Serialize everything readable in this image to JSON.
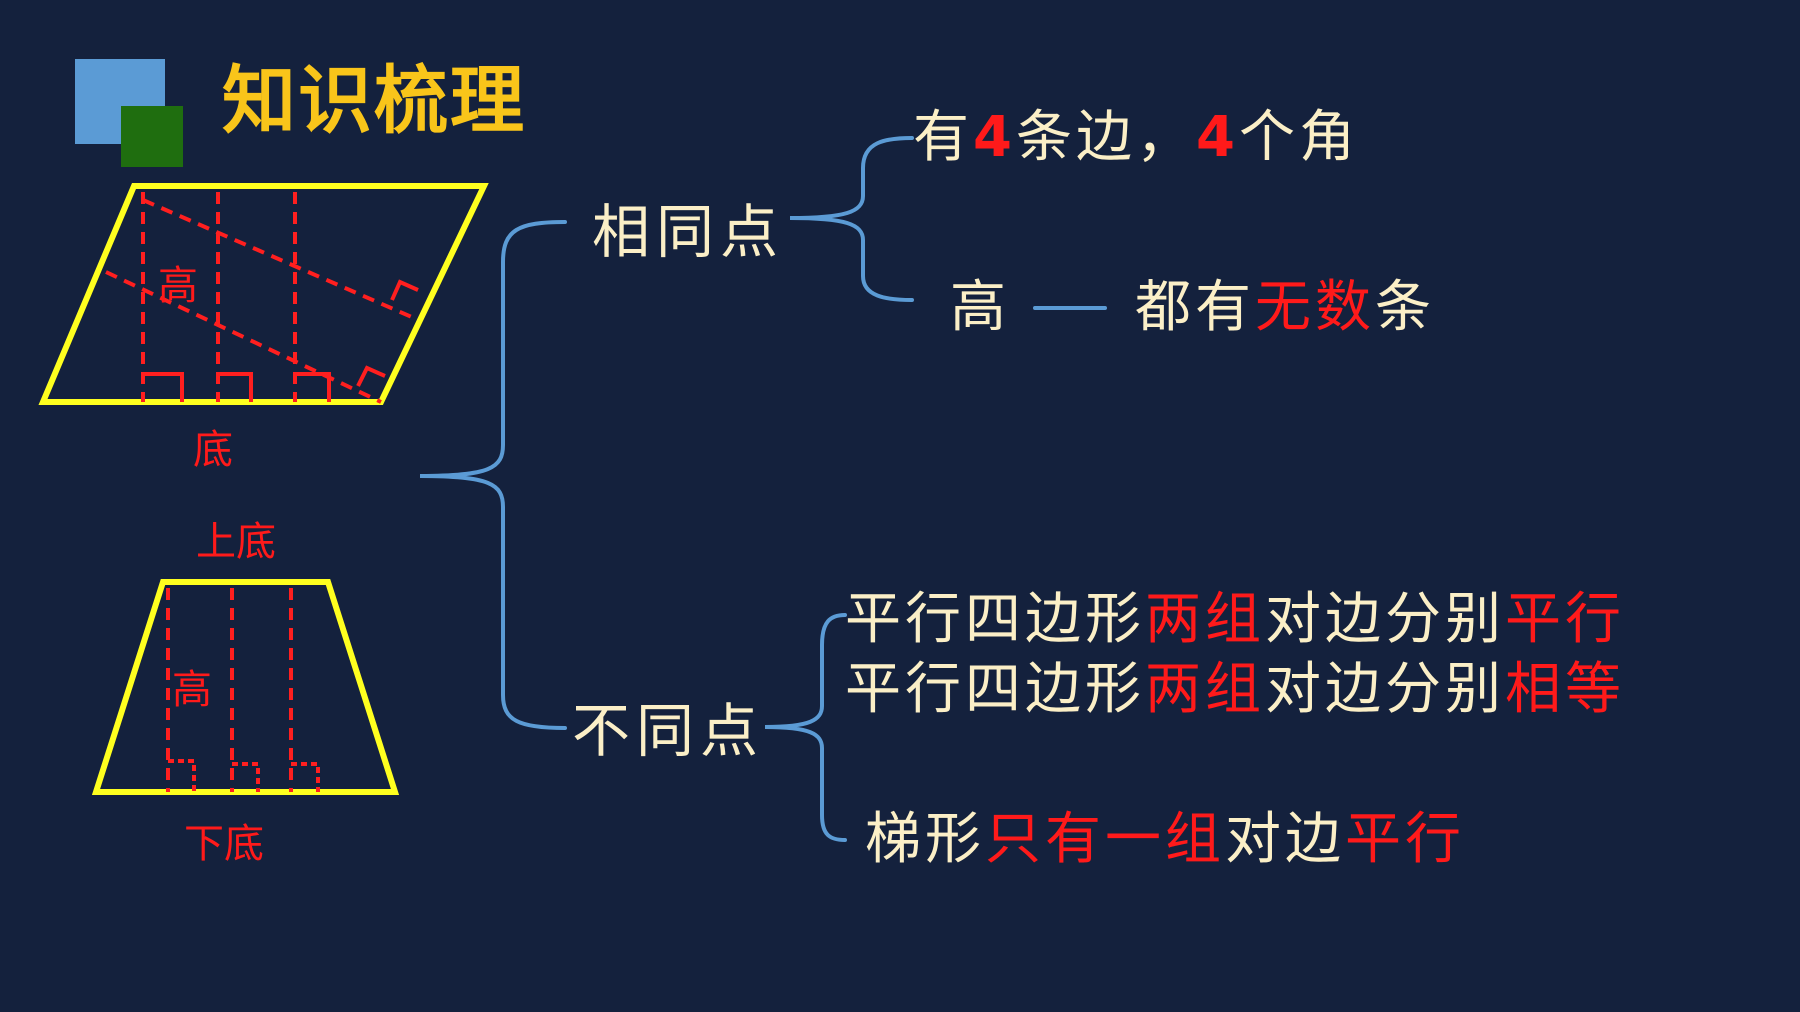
{
  "title": "知识梳理",
  "parallelogram": {
    "height_label": "高",
    "base_label": "底"
  },
  "trapezoid": {
    "top_base_label": "上底",
    "height_label": "高",
    "bottom_base_label": "下底"
  },
  "similarities": {
    "heading": "相同点",
    "line1": [
      "有",
      "4",
      "条边，",
      "4",
      "个角"
    ],
    "line2": {
      "word": "高",
      "text": "都有",
      "highlight": "无数",
      "tail": "条"
    }
  },
  "differences": {
    "heading": "不同点",
    "line1": [
      "平行四边形",
      "两组",
      "对边分别",
      "平行"
    ],
    "line2": [
      "平行四边形",
      "两组",
      "对边分别",
      "相等"
    ],
    "line3": [
      "梯形",
      "只有一组",
      "对边",
      "平行"
    ]
  },
  "colors": {
    "background": "#14213d",
    "title": "#f9c51a",
    "text": "#fbefc7",
    "highlight": "#ff1a1a",
    "shape_outline": "#ffff1f",
    "brace": "#5b9bd5",
    "logo_blue": "#5b9bd5",
    "logo_green": "#1f6e0f"
  }
}
